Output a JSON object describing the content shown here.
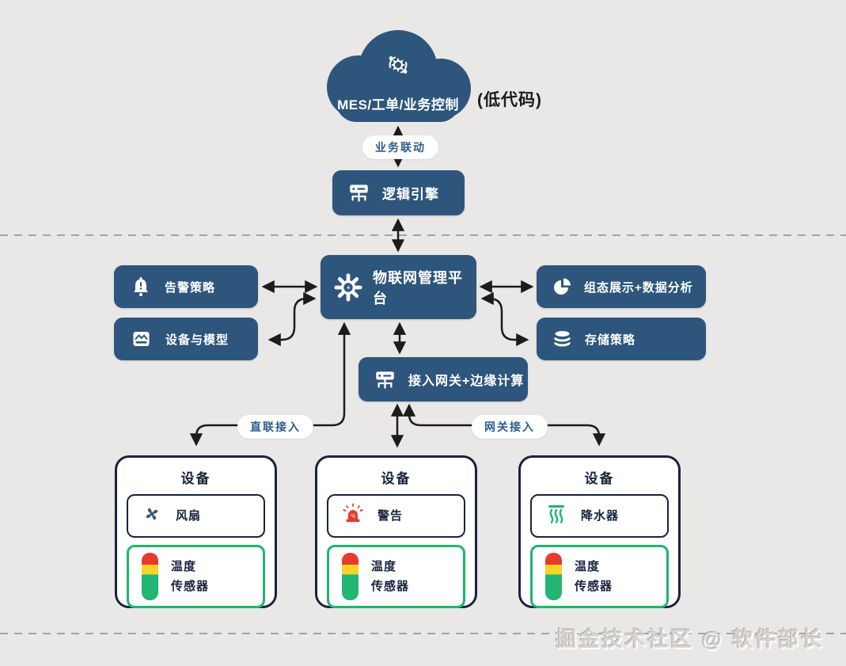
{
  "cloud": {
    "label": "MES/工单/业务控制",
    "side_note": "(低代码)",
    "icon": "automation-gear-icon"
  },
  "connectors": {
    "business_link_label": "业务联动",
    "direct_access_label": "直联接入",
    "gateway_access_label": "网关接入"
  },
  "nodes": {
    "logic_engine": {
      "label": "逻辑引擎",
      "icon": "hub-icon"
    },
    "iot_platform": {
      "label": "物联网管理平台",
      "icon": "iot-burst-icon"
    },
    "alarm_policy": {
      "label": "告警策略",
      "icon": "alarm-bell-icon"
    },
    "device_model": {
      "label": "设备与模型",
      "icon": "device-card-icon"
    },
    "scada_analytics": {
      "label": "组态展示+数据分析",
      "icon": "pie-chart-icon"
    },
    "storage_policy": {
      "label": "存储策略",
      "icon": "database-icon"
    },
    "gateway_edge": {
      "label": "接入网关+边缘计算",
      "icon": "hub-icon"
    }
  },
  "devices": [
    {
      "title": "设备",
      "component": {
        "label": "风扇",
        "icon": "fan-icon"
      },
      "sensor": {
        "label_line1": "温度",
        "label_line2": "传感器",
        "icon": "temperature-sensor-icon"
      }
    },
    {
      "title": "设备",
      "component": {
        "label": "警告",
        "icon": "siren-icon"
      },
      "sensor": {
        "label_line1": "温度",
        "label_line2": "传感器",
        "icon": "temperature-sensor-icon"
      }
    },
    {
      "title": "设备",
      "component": {
        "label": "降水器",
        "icon": "sprinkler-icon"
      },
      "sensor": {
        "label_line1": "温度",
        "label_line2": "传感器",
        "icon": "temperature-sensor-icon"
      }
    }
  ],
  "watermark": {
    "text": "掘金技术社区 @ 软件部长"
  },
  "colors": {
    "node_blue": "#2e567c",
    "device_border_navy": "#17243e",
    "sensor_green": "#1db56f",
    "alert_red": "#e8392f",
    "warn_yellow": "#f5d327",
    "arrow_black": "#1c1c1c",
    "background": "#e9e8e6"
  }
}
